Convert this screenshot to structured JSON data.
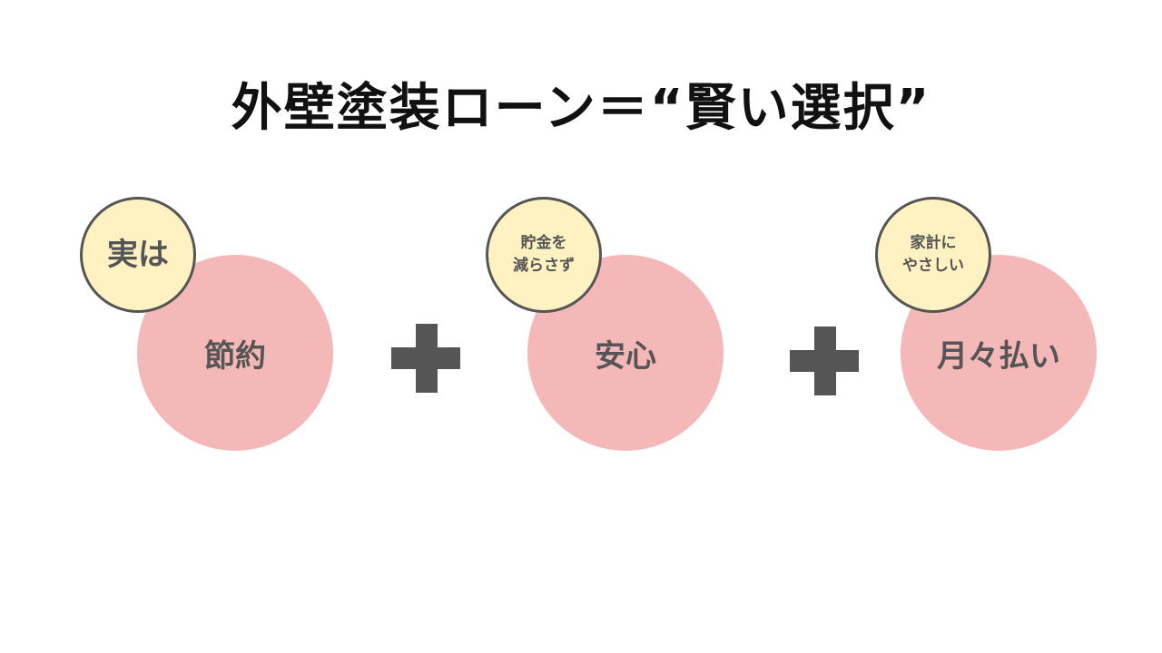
{
  "title": "外壁塗装ローン＝“賢い選択”",
  "items": [
    {
      "badge": [
        "実は"
      ],
      "label": "節約"
    },
    {
      "badge": [
        "貯金を",
        "減らさず"
      ],
      "label": "安心"
    },
    {
      "badge": [
        "家計に",
        "やさしい"
      ],
      "label": "月々払い"
    }
  ],
  "colors": {
    "circle": "#f4b8b8",
    "badge": "#fff2c2",
    "text": "#555555"
  }
}
